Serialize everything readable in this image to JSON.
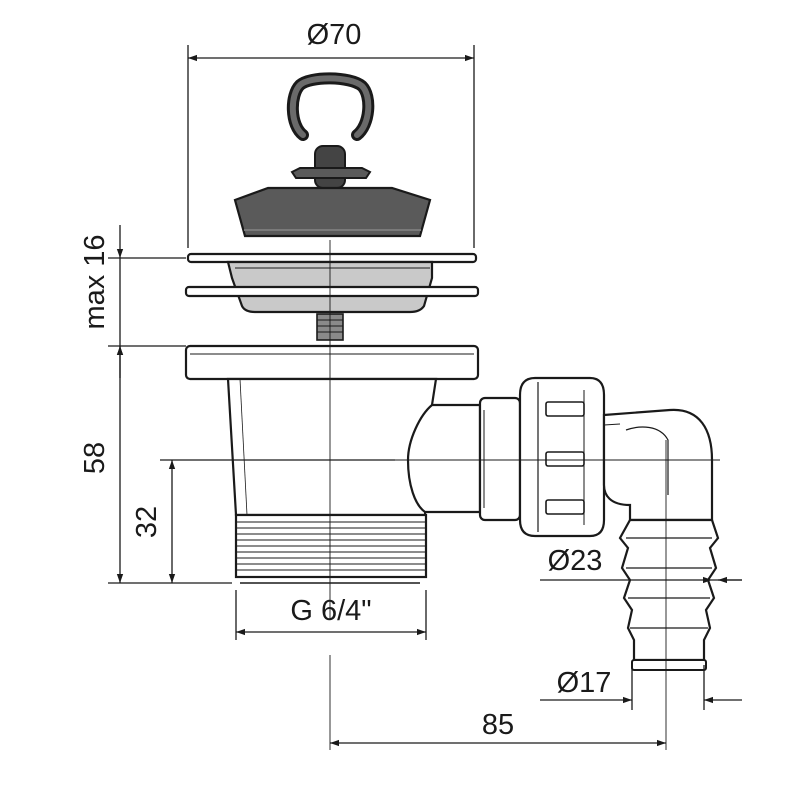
{
  "dimensions": {
    "top_diameter": "Ø70",
    "max_height": "max 16",
    "body_height": "58",
    "outlet_height": "32",
    "thread": "G 6/4\"",
    "hose_outer_diameter": "Ø23",
    "hose_inner_diameter": "Ø17",
    "outlet_offset": "85"
  },
  "colors": {
    "line": "#1a1a1a",
    "stopper": "#5a5a5a",
    "stopper_knob": "#444444",
    "steel": "#c9c9c9",
    "body": "#ffffff"
  }
}
